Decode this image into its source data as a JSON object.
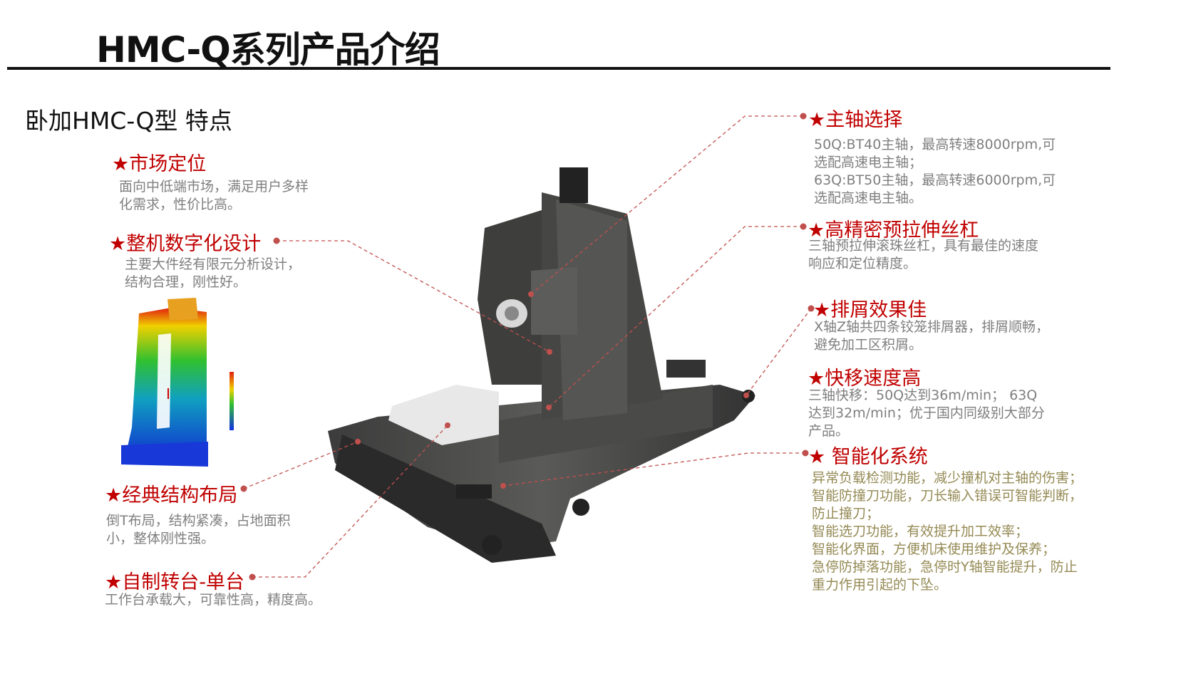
{
  "header": {
    "title": "HMC-Q系列产品介绍"
  },
  "subtitle": "卧加HMC-Q型  特点",
  "features_left": [
    {
      "heading": "★市场定位",
      "lines": [
        "面向中低端市场，满足用户多样",
        "化需求，性价比高。"
      ]
    },
    {
      "heading": "★整机数字化设计",
      "lines": [
        "主要大件经有限元分析设计，",
        "结构合理，刚性好。"
      ]
    },
    {
      "heading": "★经典结构布局",
      "lines": [
        "倒T布局，结构紧凑，占地面积",
        "小，整体刚性强。"
      ]
    },
    {
      "heading": "★自制转台-单台",
      "lines": [
        "工作台承载大，可靠性高，精度高。"
      ]
    }
  ],
  "features_right": [
    {
      "heading": "★主轴选择",
      "lines": [
        "50Q:BT40主轴，最高转速8000rpm,可",
        "选配高速电主轴；",
        "63Q:BT50主轴，最高转速6000rpm,可",
        "选配高速电主轴。"
      ]
    },
    {
      "heading": "★高精密预拉伸丝杠",
      "lines": [
        "三轴预拉伸滚珠丝杠，具有最佳的速度",
        "响应和定位精度。"
      ]
    },
    {
      "heading": "★排屑效果佳",
      "lines": [
        "X轴Z轴共四条铰笼排屑器，排屑顺畅，",
        "避免加工区积屑。"
      ]
    },
    {
      "heading": "★快移速度高",
      "lines": [
        "三轴快移：50Q达到36m/min； 63Q",
        "达到32m/min；优于国内同级别大部分",
        "产品。"
      ]
    },
    {
      "heading": "★ 智能化系统",
      "lines": [
        "异常负载检测功能，减少撞机对主轴的伤害；",
        "智能防撞刀功能，刀长输入错误可智能判断，",
        "防止撞刀；",
        "智能选刀功能，有效提升加工效率；",
        "智能化界面，方便机床使用维护及保养；",
        "急停防掉落功能，急停时Y轴智能提升，防止",
        "重力作用引起的下坠。"
      ]
    }
  ],
  "colors": {
    "accent": "#c00000",
    "text": "#7f7f7f",
    "olive": "#948a54"
  }
}
